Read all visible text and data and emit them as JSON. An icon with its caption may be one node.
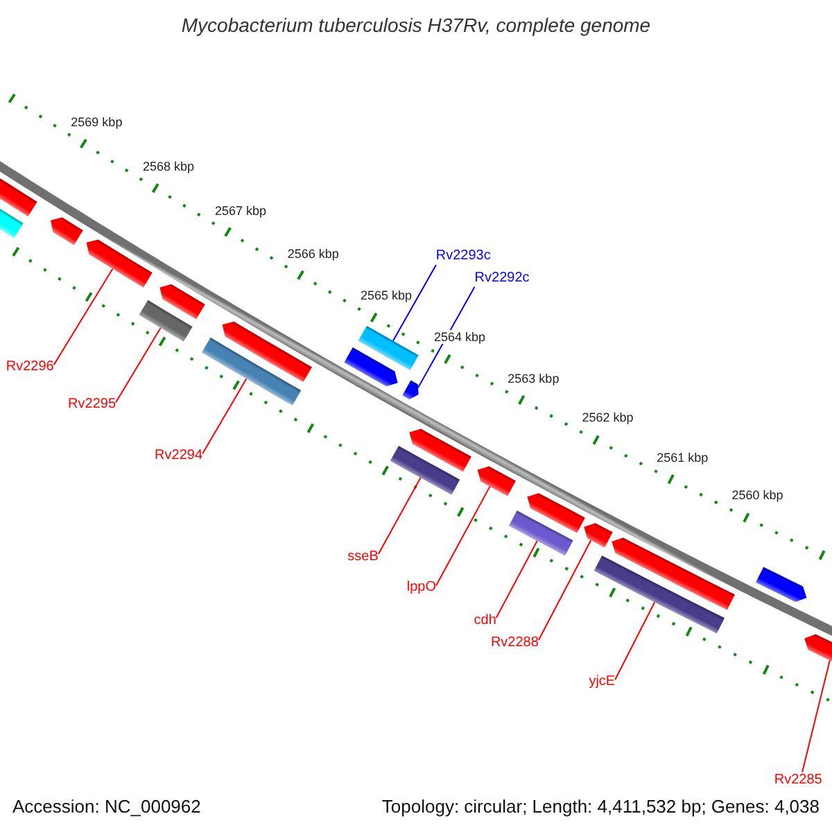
{
  "diagram": {
    "title": "Mycobacterium tuberculosis H37Rv, complete genome",
    "nodes": [
      {
        "text": [
          "Rv2293c"
        ]
      },
      {
        "text": [],
        "shape": "bar"
      },
      {
        "text": [
          "Rv2292c"
        ]
      },
      {
        "text": [],
        "shape": "pentagon"
      },
      {
        "text": [
          "Rv2296"
        ]
      },
      {
        "text": [],
        "shape": "pentagon"
      },
      {
        "text": [
          "Rv2295"
        ]
      },
      {
        "text": [],
        "shape": "bar"
      },
      {
        "text": [
          "Rv2294"
        ]
      },
      {
        "text": [],
        "shape": "bar"
      },
      {
        "text": [
          "sseB"
        ]
      },
      {
        "text": [],
        "shape": "bar"
      },
      {
        "text": [
          "lppO"
        ]
      },
      {
        "text": [],
        "shape": "pentagon"
      },
      {
        "text": [
          "cdh"
        ]
      },
      {
        "text": [],
        "shape": "bar"
      },
      {
        "text": [
          "Rv2288"
        ]
      },
      {
        "text": [],
        "shape": "pentagon"
      },
      {
        "text": [
          "yjcE"
        ]
      },
      {
        "text": [],
        "shape": "bar"
      },
      {
        "text": [
          "Rv2285"
        ]
      },
      {
        "text": [],
        "shape": "pentagon"
      },
      {
        "text": [],
        "shape": "pentagon"
      },
      {
        "text": [],
        "shape": "bar"
      },
      {
        "text": [],
        "shape": "pentagon"
      },
      {
        "text": [],
        "shape": "pentagon"
      },
      {
        "text": [],
        "shape": "pentagon"
      },
      {
        "text": [],
        "shape": "pentagon"
      },
      {
        "text": [],
        "shape": "pentagon"
      },
      {
        "text": [],
        "shape": "pentagon"
      },
      {
        "text": [],
        "shape": "pentagon"
      },
      {
        "text": [],
        "shape": "pentagon"
      }
    ],
    "edges": [
      {
        "from": 0,
        "to": 1,
        "arrow": "none",
        "color": "#0000ff"
      },
      {
        "from": 2,
        "to": 3,
        "arrow": "none",
        "color": "#0000ff"
      },
      {
        "from": 4,
        "to": 5,
        "arrow": "none"
      },
      {
        "from": 6,
        "to": 7,
        "arrow": "none"
      },
      {
        "from": 8,
        "to": 9,
        "arrow": "none"
      },
      {
        "from": 10,
        "to": 11,
        "arrow": "none"
      },
      {
        "from": 12,
        "to": 13,
        "arrow": "none"
      },
      {
        "from": 14,
        "to": 15,
        "arrow": "none"
      },
      {
        "from": 16,
        "to": 17,
        "arrow": "none"
      },
      {
        "from": 18,
        "to": 19,
        "arrow": "none"
      },
      {
        "from": 20,
        "to": 21,
        "arrow": "none"
      }
    ],
    "labels": [
      "2569 kbp",
      "2568 kbp",
      "2567 kbp",
      "2566 kbp",
      "2565 kbp",
      "2564 kbp",
      "2563 kbp",
      "2562 kbp",
      "2561 kbp",
      "2560 kbp",
      "Accession: NC_000962",
      "Topology: circular; Length: 4,411,532 bp; Genes: 4,038"
    ]
  }
}
